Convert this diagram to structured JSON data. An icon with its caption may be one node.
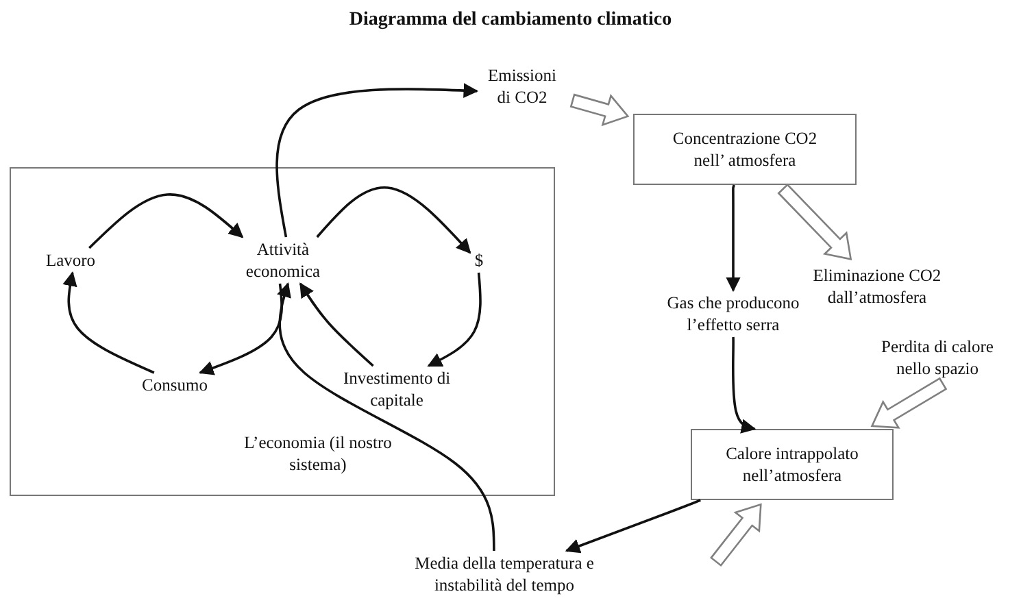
{
  "diagram": {
    "title": "Diagramma del cambiamento climatico",
    "nodes": [
      {
        "text": [
          "L’economia (il nostro sistema)"
        ]
      },
      {
        "text": [
          "Emissioni di CO2"
        ]
      },
      {
        "text": [
          "Concentrazione CO2 nell’ atmosfera"
        ]
      },
      {
        "text": [
          "Lavoro"
        ],
        "in": 0
      },
      {
        "text": [
          "Attività economica"
        ],
        "in": 0
      },
      {
        "text": [
          "$"
        ],
        "in": 0
      },
      {
        "text": [
          "Eliminazione CO2 dall’atmosfera"
        ]
      },
      {
        "text": [
          "Gas che producono l’effetto serra"
        ]
      },
      {
        "text": [
          "Consumo"
        ],
        "in": 0
      },
      {
        "text": [
          "Investimento di capitale"
        ],
        "in": 0
      },
      {
        "text": [
          "Perdita di calore nello spazio"
        ]
      },
      {
        "text": [
          "Calore intrappolato nell’atmosfera"
        ]
      },
      {
        "text": [
          "Media della temperatura e instabilità del tempo"
        ]
      }
    ],
    "edges": [
      {
        "from": 3,
        "to": 4,
        "arrow": "to"
      },
      {
        "from": 4,
        "to": 5,
        "arrow": "to"
      },
      {
        "from": 5,
        "to": 9,
        "arrow": "to"
      },
      {
        "from": 9,
        "to": 4,
        "arrow": "to"
      },
      {
        "from": 4,
        "to": 8,
        "arrow": "to"
      },
      {
        "from": 8,
        "to": 3,
        "arrow": "to"
      },
      {
        "from": 4,
        "to": 1,
        "arrow": "to"
      },
      {
        "from": 1,
        "to": 2,
        "arrow": "to",
        "style": "thick",
        "color": "#808080"
      },
      {
        "from": 2,
        "to": 6,
        "arrow": "to",
        "style": "thick",
        "color": "#808080"
      },
      {
        "from": 2,
        "to": 7,
        "arrow": "to"
      },
      {
        "from": 7,
        "to": 11,
        "arrow": "to"
      },
      {
        "from": 10,
        "to": 11,
        "arrow": "to",
        "style": "thick",
        "color": "#808080"
      },
      {
        "from": 11,
        "to": 12,
        "arrow": "to"
      },
      {
        "from": 12,
        "to": 4,
        "arrow": "to"
      },
      {
        "from": null,
        "to": 11,
        "arrow": "to",
        "style": "thick",
        "color": "#808080"
      }
    ]
  }
}
